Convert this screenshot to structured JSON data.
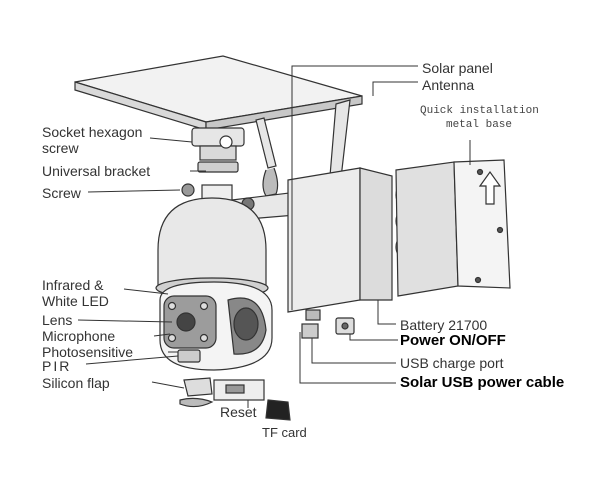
{
  "labels": {
    "solar_panel": "Solar panel",
    "antenna": "Antenna",
    "quick_install_line1": "Quick installation",
    "quick_install_line2": "metal base",
    "socket_hex_line1": "Socket hexagon",
    "socket_hex_line2": "screw",
    "universal_bracket": "Universal bracket",
    "screw": "Screw",
    "infrared_line1": "Infrared &",
    "infrared_line2": "White LED",
    "lens": "Lens",
    "microphone": "Microphone",
    "photosensitive": "Photosensitive",
    "pir": "PIR",
    "silicon_flap": "Silicon flap",
    "reset": "Reset",
    "tf_card": "TF card",
    "battery": "Battery 21700",
    "power": "Power ON/OFF",
    "usb_charge": "USB charge port",
    "solar_usb_cable": "Solar USB power cable"
  },
  "colors": {
    "line": "#333333",
    "label": "#333333",
    "emphasis": "#000000",
    "fill_light": "#f2f2f2",
    "fill_mid": "#d9d9d9",
    "fill_dark": "#9a9a9a"
  }
}
